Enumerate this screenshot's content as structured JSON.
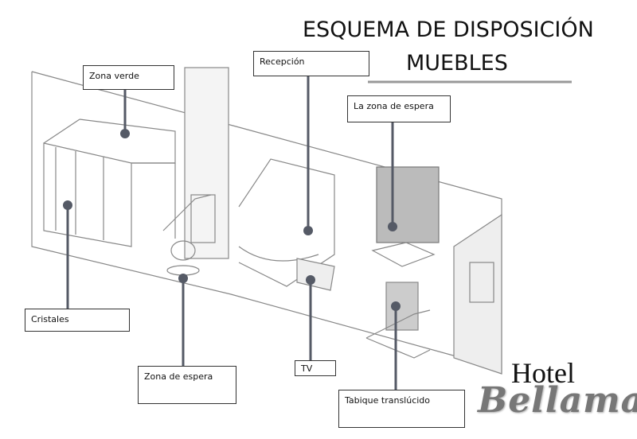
{
  "title": {
    "line1": "ESQUEMA DE DISPOSICIÓN",
    "line2": "MUEBLES"
  },
  "labels": {
    "zona_verde": "Zona verde",
    "recepcion": "Recepción",
    "zona_espera_top": "La zona de espera",
    "cristales": "Cristales",
    "zona_espera_bottom": "Zona de espera",
    "tv": "TV",
    "tabique": "Tabique translúcido"
  },
  "logo": {
    "line1": "Hotel",
    "line2": "Bellamar"
  },
  "colors": {
    "leader": "#555a66",
    "sketch": "#888888"
  }
}
